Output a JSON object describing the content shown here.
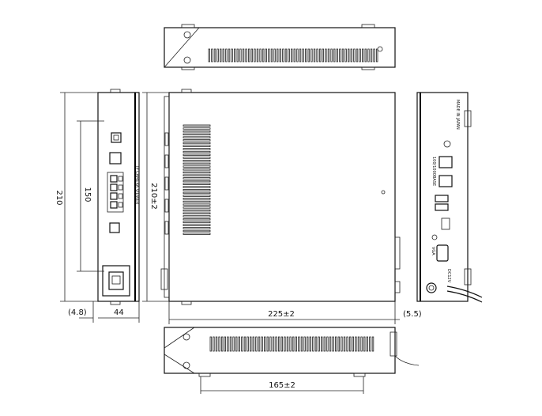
{
  "dimensions": {
    "height_total": "210",
    "height_button_span": "150",
    "height_side": "210±2",
    "depth_left_offset": "(4.8)",
    "width_front": "44",
    "length_side": "225±2",
    "rear_offset": "(5.5)",
    "bottom_span": "165±2"
  },
  "front_panel": {
    "title": "IP CAMERA VIEWER"
  },
  "rear_panel": {
    "made_in": "MADE IN JAPAN",
    "lan_label": "100/1000BASE",
    "vga_label": "VGA",
    "dc_label": "DC12V"
  }
}
